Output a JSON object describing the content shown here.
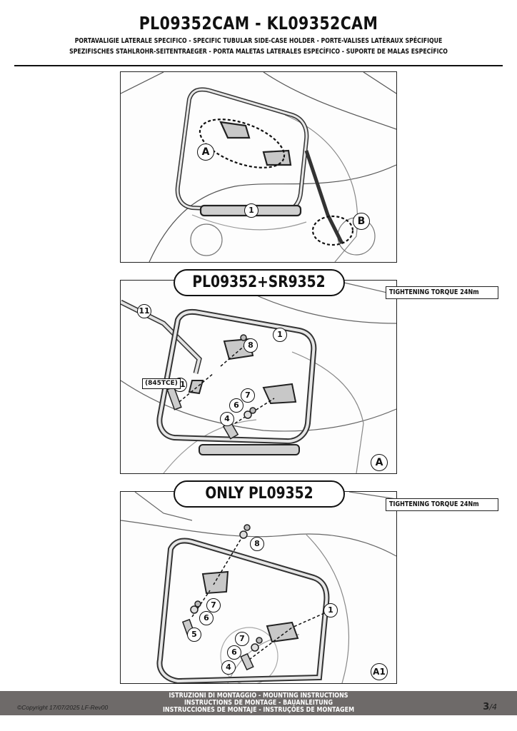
{
  "header": {
    "title": "PL09352CAM - KL09352CAM",
    "lines": [
      "PORTAVALIGIE LATERALE SPECIFICO  -  SPECIFIC TUBULAR SIDE-CASE HOLDER  -  PORTE-VALISES LATÉRAUX SPÉCIFIQUE",
      "SPEZIFISCHES STAHLROHR-SEITENTRAEGER - PORTA MALETAS LATERALES ESPECÍFICO - SUPORTE DE MALAS ESPECÍFICO"
    ]
  },
  "panel1": {
    "callouts": {
      "a": "A",
      "b": "B",
      "one": "1"
    }
  },
  "panel2": {
    "label": "PL09352+SR9352",
    "torque": "TIGHTENING TORQUE 24Nm",
    "part_code": "(845TCE)",
    "callouts": {
      "c11a": "11",
      "c11b": "11",
      "c1": "1",
      "c8": "8",
      "c7": "7",
      "c6": "6",
      "c4": "4",
      "cA": "A"
    }
  },
  "panel3": {
    "label": "ONLY PL09352",
    "torque": "TIGHTENING TORQUE 24Nm",
    "callouts": {
      "c8": "8",
      "c7a": "7",
      "c6a": "6",
      "c5": "5",
      "c1": "1",
      "c7b": "7",
      "c6b": "6",
      "c4": "4",
      "cA1": "A1"
    }
  },
  "footer": {
    "lines": [
      "ISTRUZIONI DI MONTAGGIO  -  MOUNTING INSTRUCTIONS",
      "INSTRUCTIONS DE MONTAGE - BAUANLEITUNG",
      "INSTRUCCIONES DE MONTAJE - INSTRUÇÕES DE MONTAGEM"
    ],
    "copyright": "©Copyright 17/07/2025 LF-Rev00",
    "page": "3",
    "page_total": "/4"
  }
}
